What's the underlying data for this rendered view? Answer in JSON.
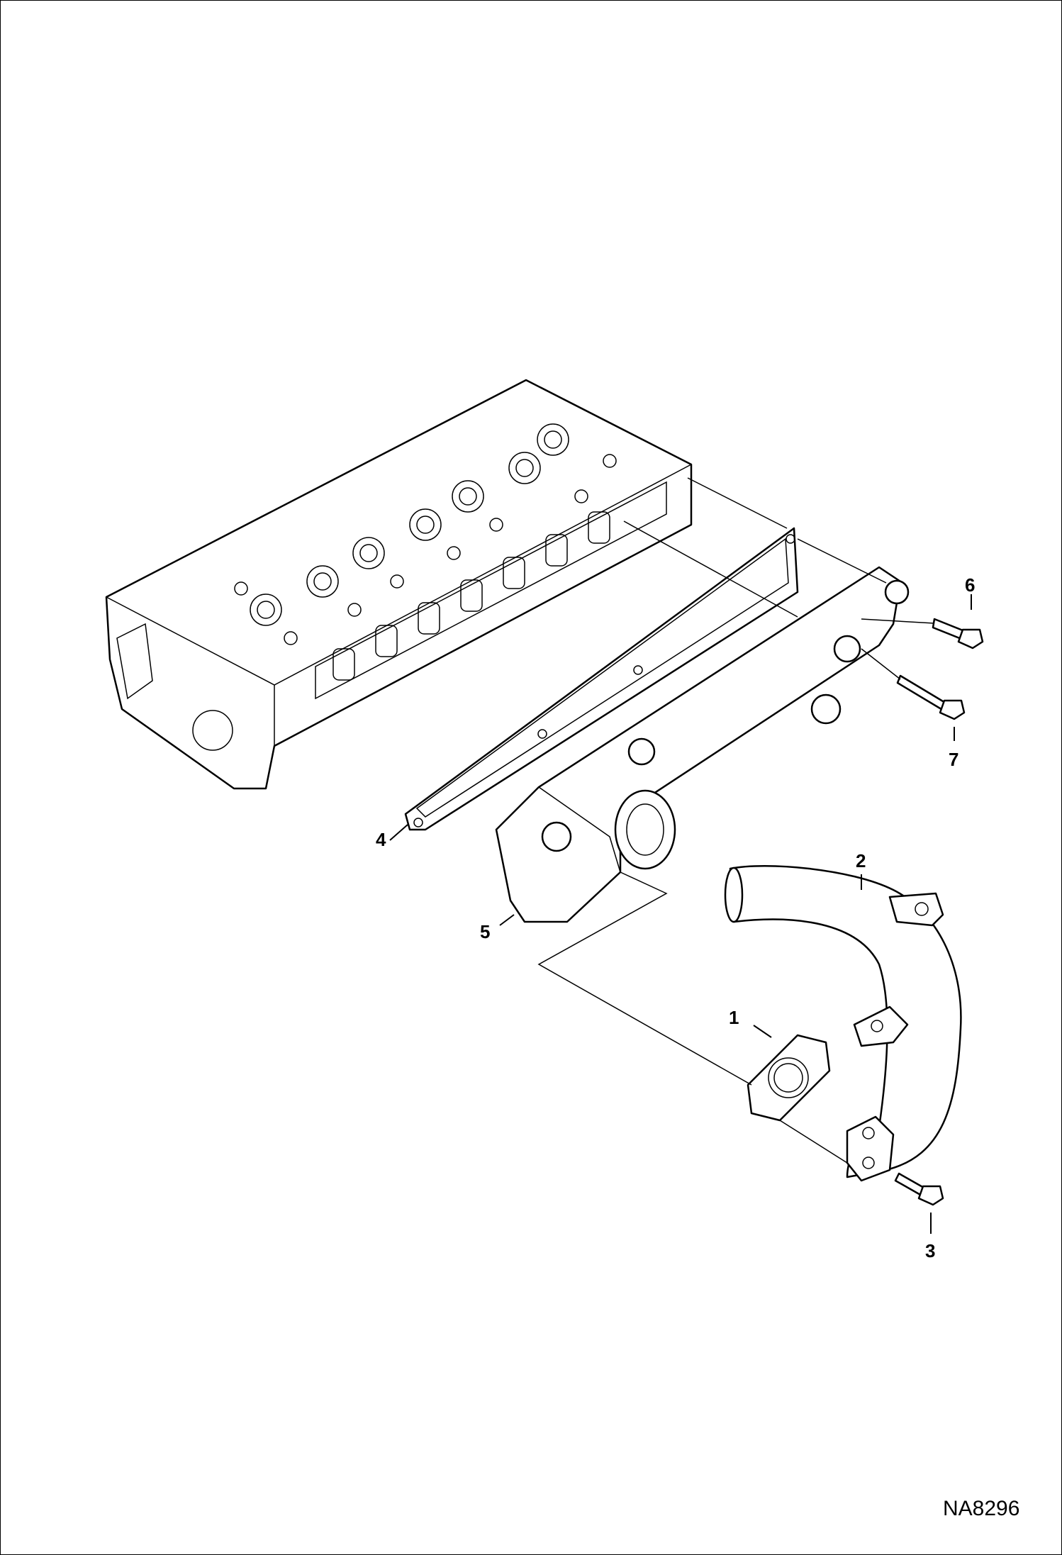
{
  "callouts": [
    {
      "id": "1",
      "label": "1"
    },
    {
      "id": "2",
      "label": "2"
    },
    {
      "id": "3",
      "label": "3"
    },
    {
      "id": "4",
      "label": "4"
    },
    {
      "id": "5",
      "label": "5"
    },
    {
      "id": "6",
      "label": "6"
    },
    {
      "id": "7",
      "label": "7"
    }
  ],
  "document_id": "NA8296"
}
